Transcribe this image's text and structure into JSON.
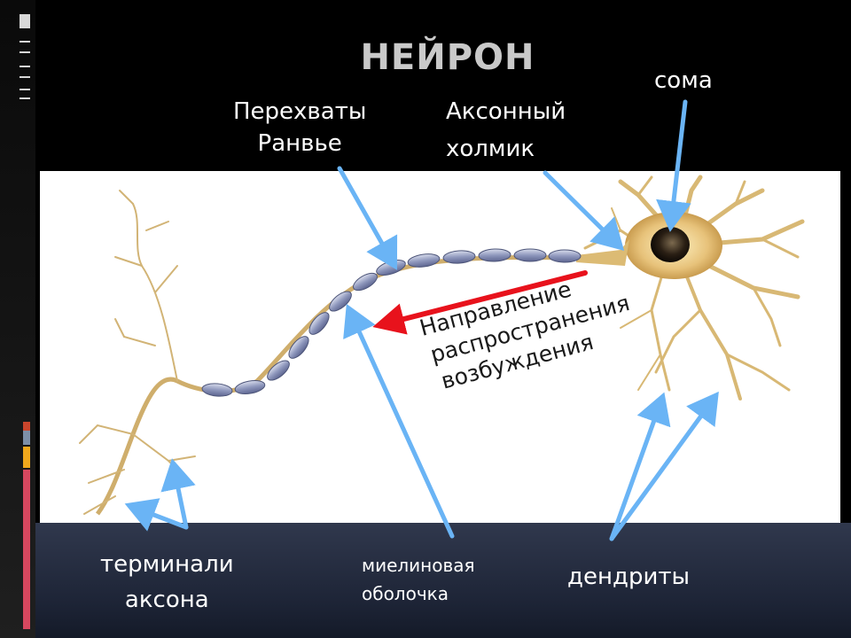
{
  "title": "НЕЙРОН",
  "labels": {
    "soma": "сома",
    "ranvier_line1": "Перехваты",
    "ranvier_line2": "Ранвье",
    "axon_hillock_line1": "Аксонный",
    "axon_hillock_line2": "холмик",
    "direction_line1": "Направление",
    "direction_line2": "распространения",
    "direction_line3": "возбуждения",
    "terminals_line1": "терминали",
    "terminals_line2": "аксона",
    "myelin_line1": "миелиновая",
    "myelin_line2": "оболочка",
    "dendrites": "дендриты"
  },
  "colors": {
    "arrow_label": "#6ab4f5",
    "arrow_direction": "#e8121c",
    "neuron_body": "#e0c27c",
    "myelin": "#9aa4c4"
  }
}
